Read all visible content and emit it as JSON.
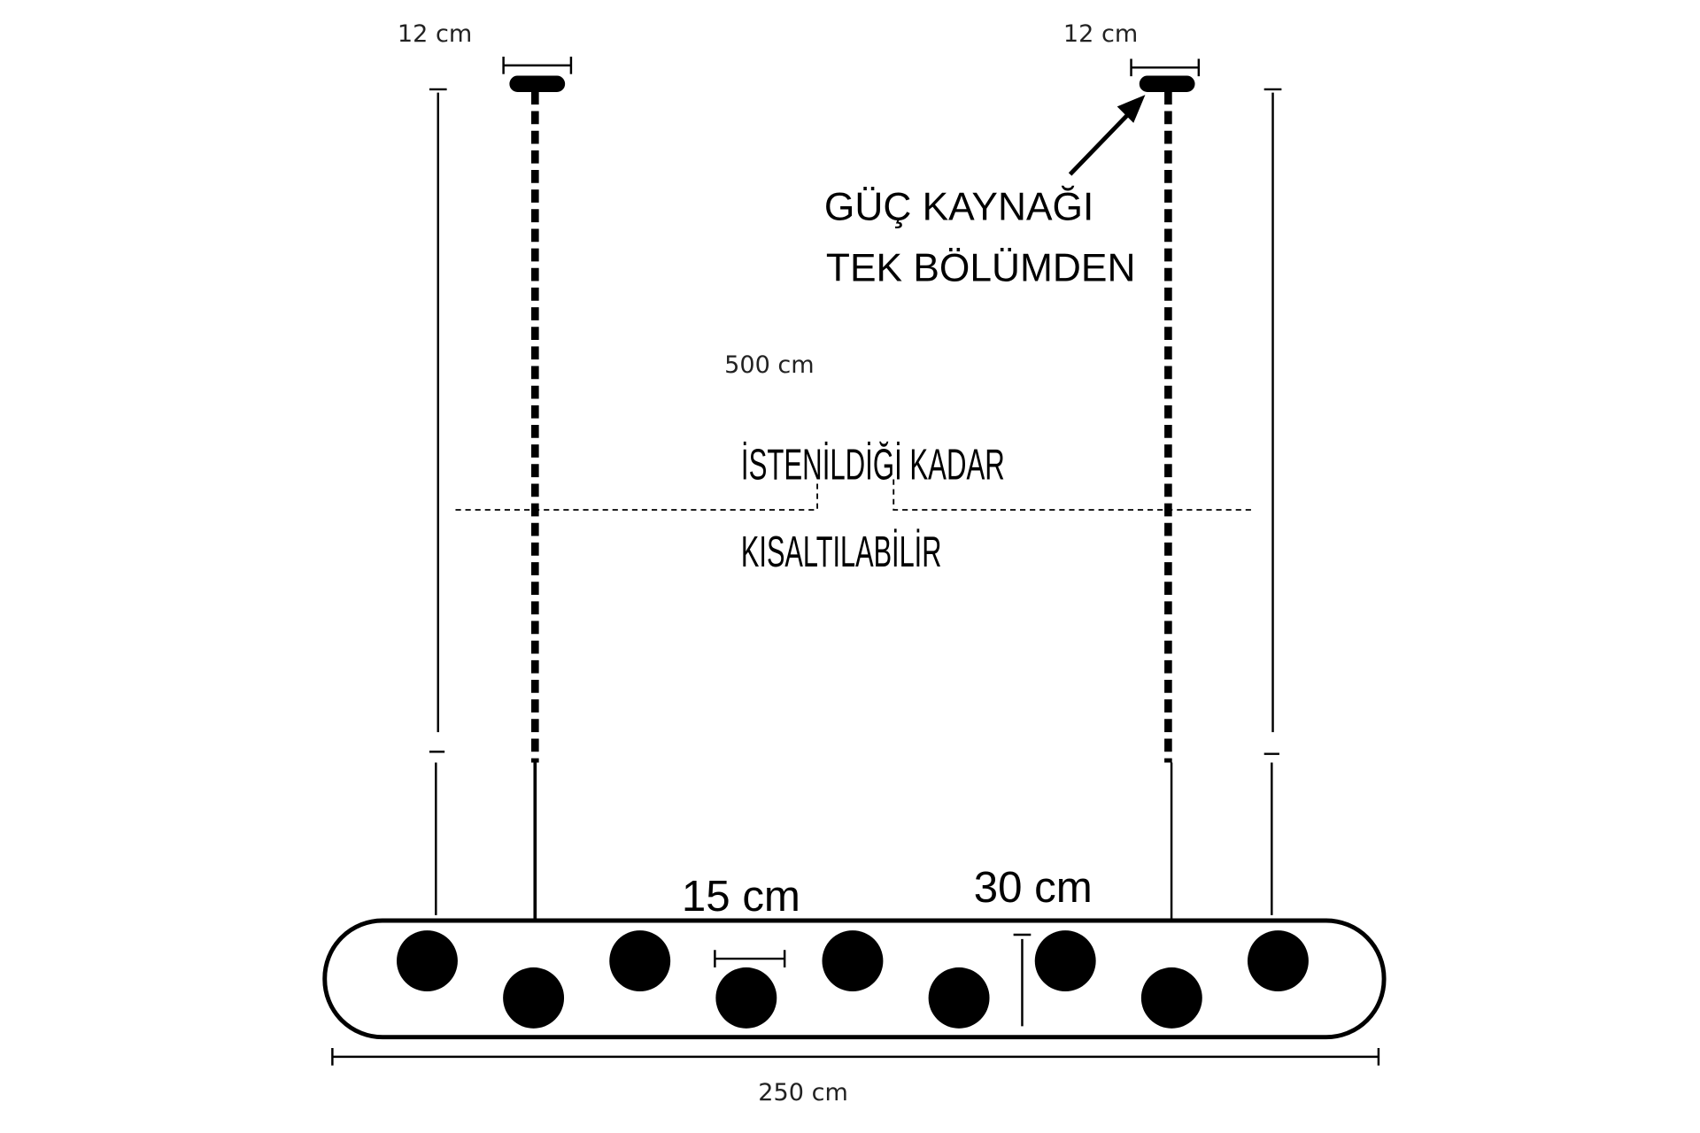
{
  "dimensions": {
    "canopy_left": "12 cm",
    "canopy_right": "12 cm",
    "cable_length": "500 cm",
    "globe_spacing": "15 cm",
    "globe_drop": "30 cm",
    "total_width": "250 cm"
  },
  "notes": {
    "power_line1": "GÜÇ KAYNAĞI",
    "power_line2": "TEK BÖLÜMDEN",
    "adjust_line1": "İSTENİLDİĞİ KADAR",
    "adjust_line2": "KISALTILABİLİR"
  },
  "globes": {
    "count": 9
  }
}
